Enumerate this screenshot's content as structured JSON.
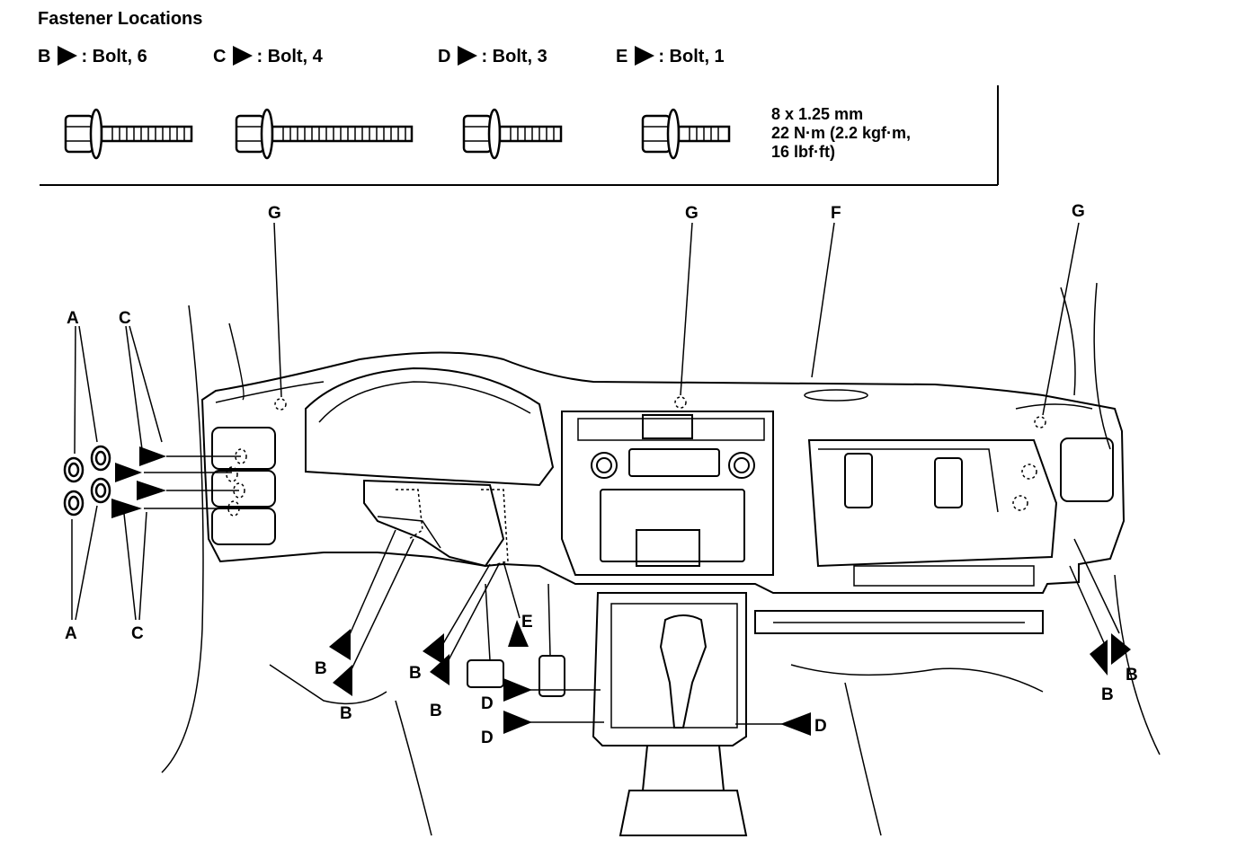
{
  "header": {
    "title": "Fastener Locations"
  },
  "legend": [
    {
      "letter": "B",
      "text": ": Bolt, 6"
    },
    {
      "letter": "C",
      "text": ": Bolt, 4"
    },
    {
      "letter": "D",
      "text": ": Bolt, 3"
    },
    {
      "letter": "E",
      "text": ": Bolt, 1"
    }
  ],
  "spec": {
    "line1": "8 x 1.25 mm",
    "line2": "22 N·m (2.2 kgf·m,",
    "line3": "16 lbf·ft)"
  },
  "callouts": {
    "A": "A",
    "B": "B",
    "C": "C",
    "D": "D",
    "E": "E",
    "F": "F",
    "G": "G"
  }
}
